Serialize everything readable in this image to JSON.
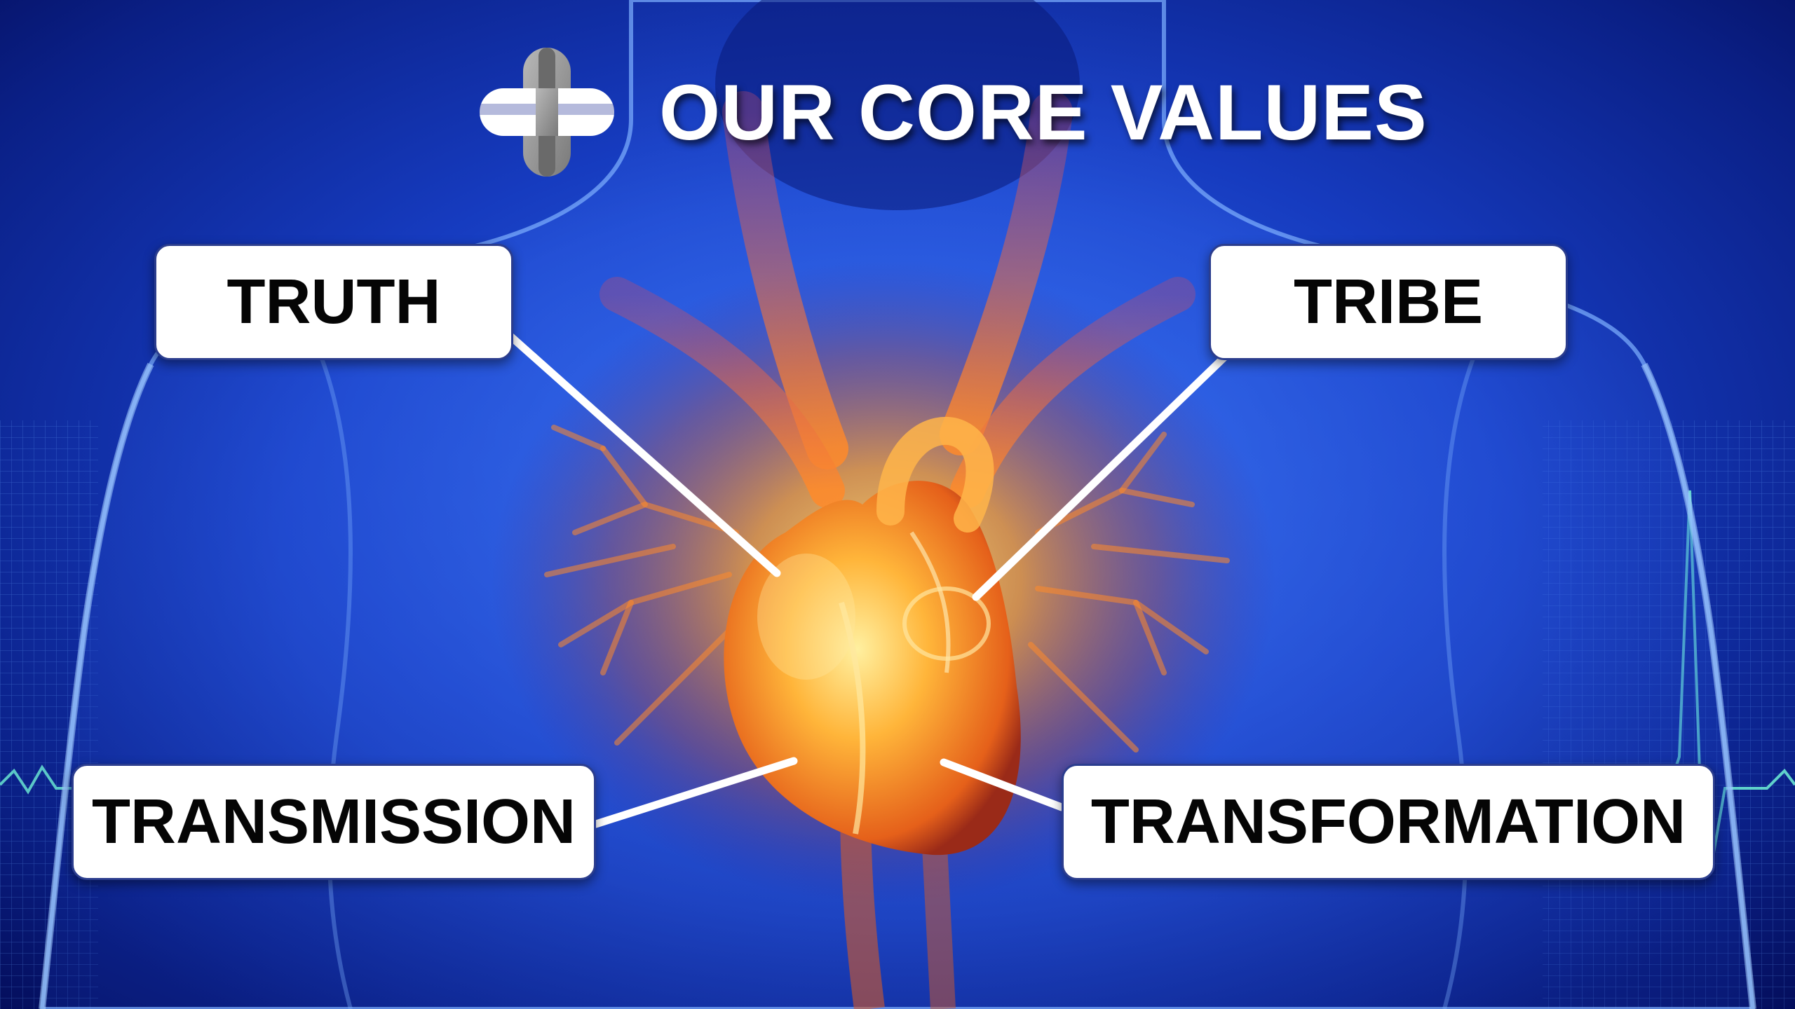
{
  "slide": {
    "title": "OUR CORE VALUES",
    "logo_icon": "cross-plus-logo-icon",
    "background": "glowing-heart-anatomy-illustration",
    "colors": {
      "background_dark": "#04105e",
      "background_mid": "#1a4ad8",
      "heart_glow": "#ff9a1f",
      "heart_core": "#ffd25a",
      "label_fill": "#ffffff",
      "label_border": "#2b3d8e",
      "label_text": "#050505",
      "connector": "#ffffff"
    }
  },
  "values": {
    "truth": "TRUTH",
    "tribe": "TRIBE",
    "transmission": "TRANSMISSION",
    "transformation": "TRANSFORMATION"
  }
}
